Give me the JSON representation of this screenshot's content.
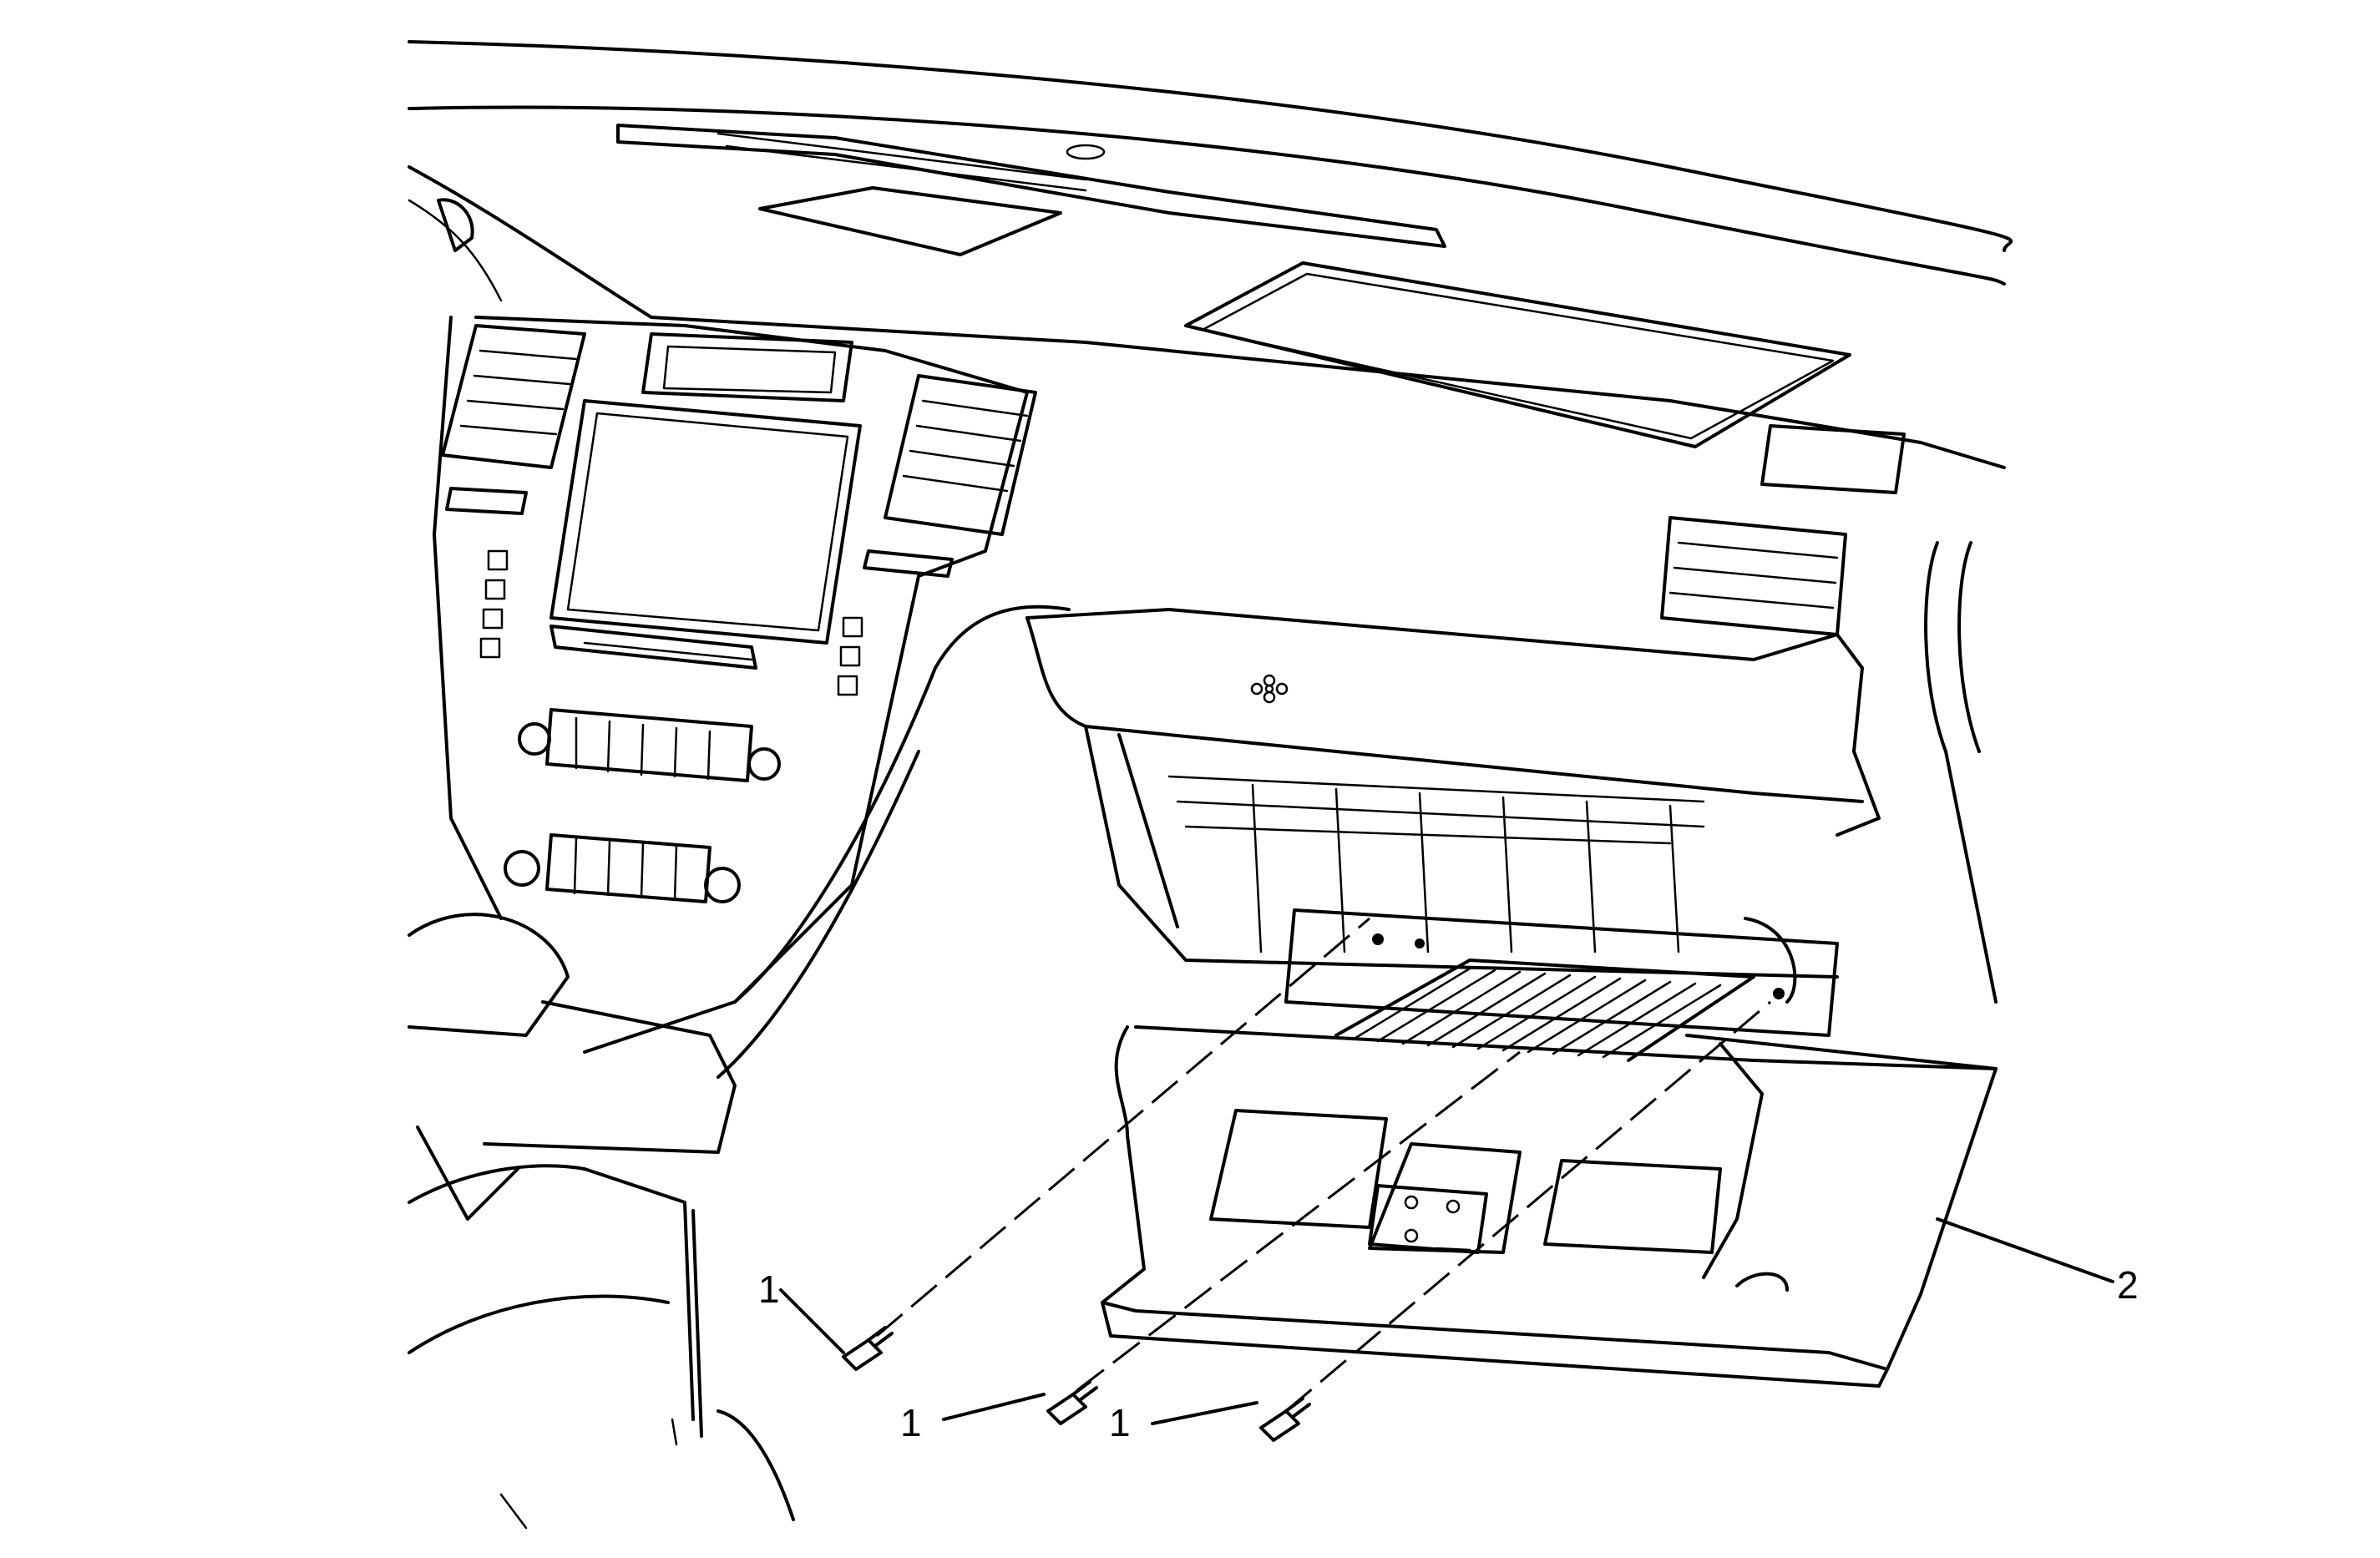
{
  "callouts": {
    "screw_1": "1",
    "screw_2": "1",
    "screw_3": "1",
    "glovebox": "2"
  }
}
